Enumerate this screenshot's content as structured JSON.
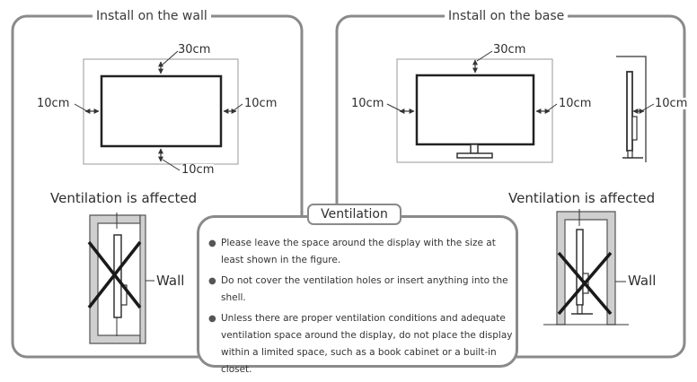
{
  "wall_panel": {
    "title": "Install on the wall",
    "top_gap": "30cm",
    "left_gap": "10cm",
    "right_gap": "10cm",
    "bottom_gap": "10cm",
    "warning": "Ventilation is affected",
    "wall_label": "Wall"
  },
  "base_panel": {
    "title": "Install on the base",
    "top_gap": "30cm",
    "left_gap": "10cm",
    "right_gap": "10cm",
    "side_gap": "10cm",
    "warning": "Ventilation is affected",
    "wall_label": "Wall"
  },
  "ventilation": {
    "title": "Ventilation",
    "items": [
      "Please leave the space around the display with the size at least shown in the figure.",
      "Do not cover the ventilation holes or insert anything into the shell.",
      "Unless there are proper ventilation conditions and adequate ventilation space around the display, do not place the display within a limited space, such as a book cabinet or a built-in closet."
    ]
  },
  "colors": {
    "frame": "#8a8a8a",
    "wall_fill": "#cfcfcf",
    "cross": "#1a1a1a"
  }
}
